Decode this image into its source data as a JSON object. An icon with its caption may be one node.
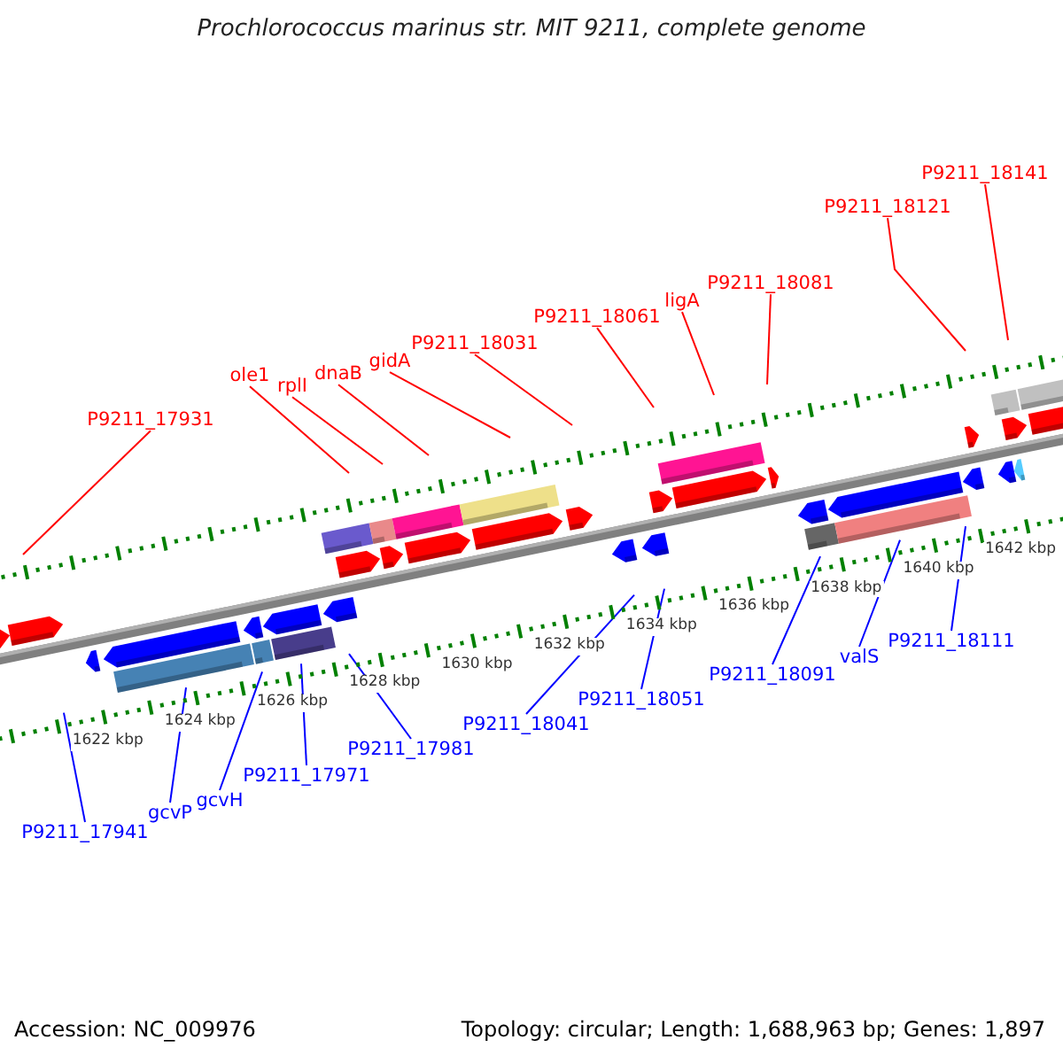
{
  "diagram": {
    "title": "Prochlorococcus marinus str. MIT 9211, complete genome",
    "nodes": [
      {
        "text": [
          "P9211_18141"
        ]
      },
      {
        "text": [
          "P9211_18121"
        ]
      },
      {
        "text": [
          "P9211_18081"
        ]
      },
      {
        "text": [
          "ligA"
        ]
      },
      {
        "text": [
          "P9211_18061"
        ]
      },
      {
        "text": [
          "P9211_18031"
        ]
      },
      {
        "text": [
          "gidA"
        ]
      },
      {
        "text": [
          "dnaB"
        ]
      },
      {
        "text": [
          "ole1"
        ]
      },
      {
        "text": [
          "rplI"
        ]
      },
      {
        "text": [
          "P9211_17931"
        ]
      },
      {
        "text": [
          "P9211_18111"
        ]
      },
      {
        "text": [
          "valS"
        ]
      },
      {
        "text": [
          "P9211_18091"
        ]
      },
      {
        "text": [
          "P9211_18051"
        ]
      },
      {
        "text": [
          "P9211_18041"
        ]
      },
      {
        "text": [
          "P9211_17981"
        ]
      },
      {
        "text": [
          "P9211_17971"
        ]
      },
      {
        "text": [
          "gcvH"
        ]
      },
      {
        "text": [
          "gcvP"
        ]
      },
      {
        "text": [
          "P9211_17941"
        ]
      }
    ],
    "edges": [
      {
        "from": 0,
        "to": null,
        "arrow": "none"
      },
      {
        "from": 1,
        "to": null,
        "arrow": "none"
      },
      {
        "from": 2,
        "to": null,
        "arrow": "none"
      },
      {
        "from": 3,
        "to": null,
        "arrow": "none"
      },
      {
        "from": 4,
        "to": null,
        "arrow": "none"
      },
      {
        "from": 5,
        "to": null,
        "arrow": "none"
      },
      {
        "from": 6,
        "to": null,
        "arrow": "none"
      },
      {
        "from": 7,
        "to": null,
        "arrow": "none"
      },
      {
        "from": 8,
        "to": null,
        "arrow": "none"
      },
      {
        "from": 9,
        "to": null,
        "arrow": "none"
      },
      {
        "from": 10,
        "to": null,
        "arrow": "none"
      },
      {
        "from": 11,
        "to": null,
        "arrow": "none",
        "color": "#0000ff"
      },
      {
        "from": 12,
        "to": null,
        "arrow": "none",
        "color": "#0000ff"
      },
      {
        "from": 13,
        "to": null,
        "arrow": "none",
        "color": "#0000ff"
      },
      {
        "from": 14,
        "to": null,
        "arrow": "none",
        "color": "#0000ff"
      },
      {
        "from": 15,
        "to": null,
        "arrow": "none",
        "color": "#0000ff"
      },
      {
        "from": 16,
        "to": null,
        "arrow": "none",
        "color": "#0000ff"
      },
      {
        "from": 17,
        "to": null,
        "arrow": "none",
        "color": "#0000ff"
      },
      {
        "from": 18,
        "to": null,
        "arrow": "none",
        "color": "#0000ff"
      },
      {
        "from": 19,
        "to": null,
        "arrow": "none",
        "color": "#0000ff"
      },
      {
        "from": 20,
        "to": null,
        "arrow": "none",
        "color": "#0000ff"
      }
    ],
    "labels": [
      "1622 kbp",
      "1624 kbp",
      "1626 kbp",
      "1628 kbp",
      "1630 kbp",
      "1632 kbp",
      "1634 kbp",
      "1636 kbp",
      "1638 kbp",
      "1640 kbp",
      "1642 kbp",
      "Accession: NC_009976",
      "Topology: circular; Length: 1,688,963 bp; Genes: 1,897"
    ]
  }
}
